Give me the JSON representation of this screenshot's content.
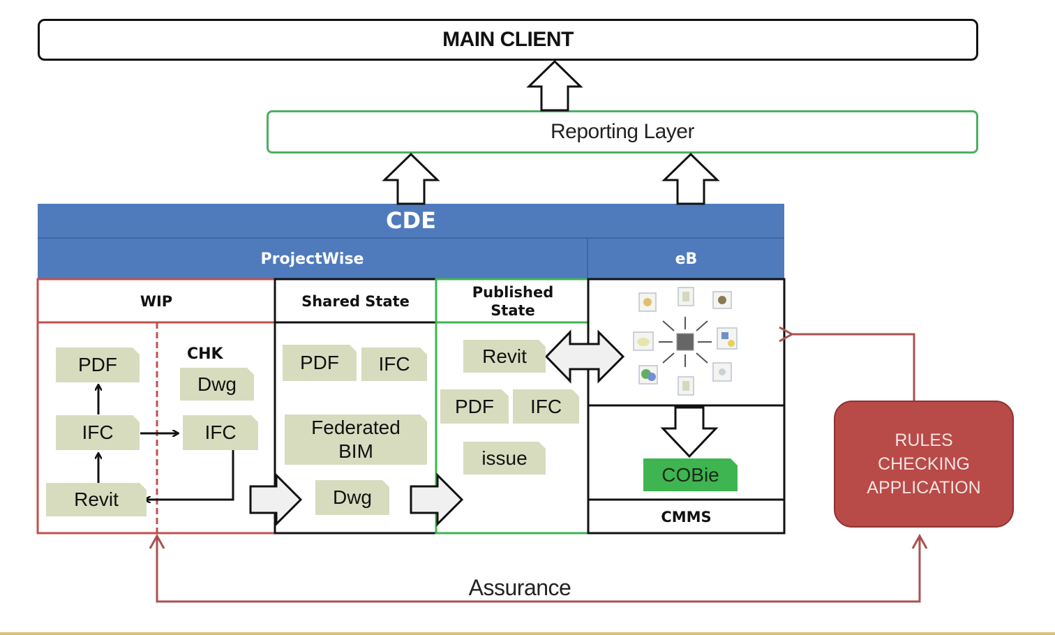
{
  "diagram": {
    "main_client": "MAIN CLIENT",
    "reporting_layer": "Reporting Layer",
    "cde": {
      "title": "CDE",
      "projectwise": "ProjectWise",
      "eb": "eB",
      "wip": {
        "header": "WIP",
        "items": [
          "PDF",
          "IFC",
          "Revit"
        ],
        "chk": {
          "label": "CHK",
          "items": [
            "Dwg",
            "IFC"
          ]
        }
      },
      "shared_state": {
        "header": "Shared State",
        "items": [
          "PDF",
          "IFC",
          "Federated BIM",
          "Dwg"
        ]
      },
      "published_state": {
        "header": "Published State",
        "items": [
          "Revit",
          "PDF",
          "IFC",
          "issue"
        ]
      },
      "eb_section": {
        "icon": "asset-network-diagram-icon",
        "cobie": "COBie",
        "cmms": "CMMS"
      }
    },
    "rules_checking_application": "RULES CHECKING APPLICATION",
    "assurance": "Assurance",
    "colors": {
      "cde_blue": "#4f7bbd",
      "reporting_green": "#4caf63",
      "wip_red": "#c0504d",
      "published_green": "#3eb550",
      "doc_fill": "#d7dcbf",
      "rules_red": "#b84a47",
      "assurance_line": "#a85250"
    }
  }
}
